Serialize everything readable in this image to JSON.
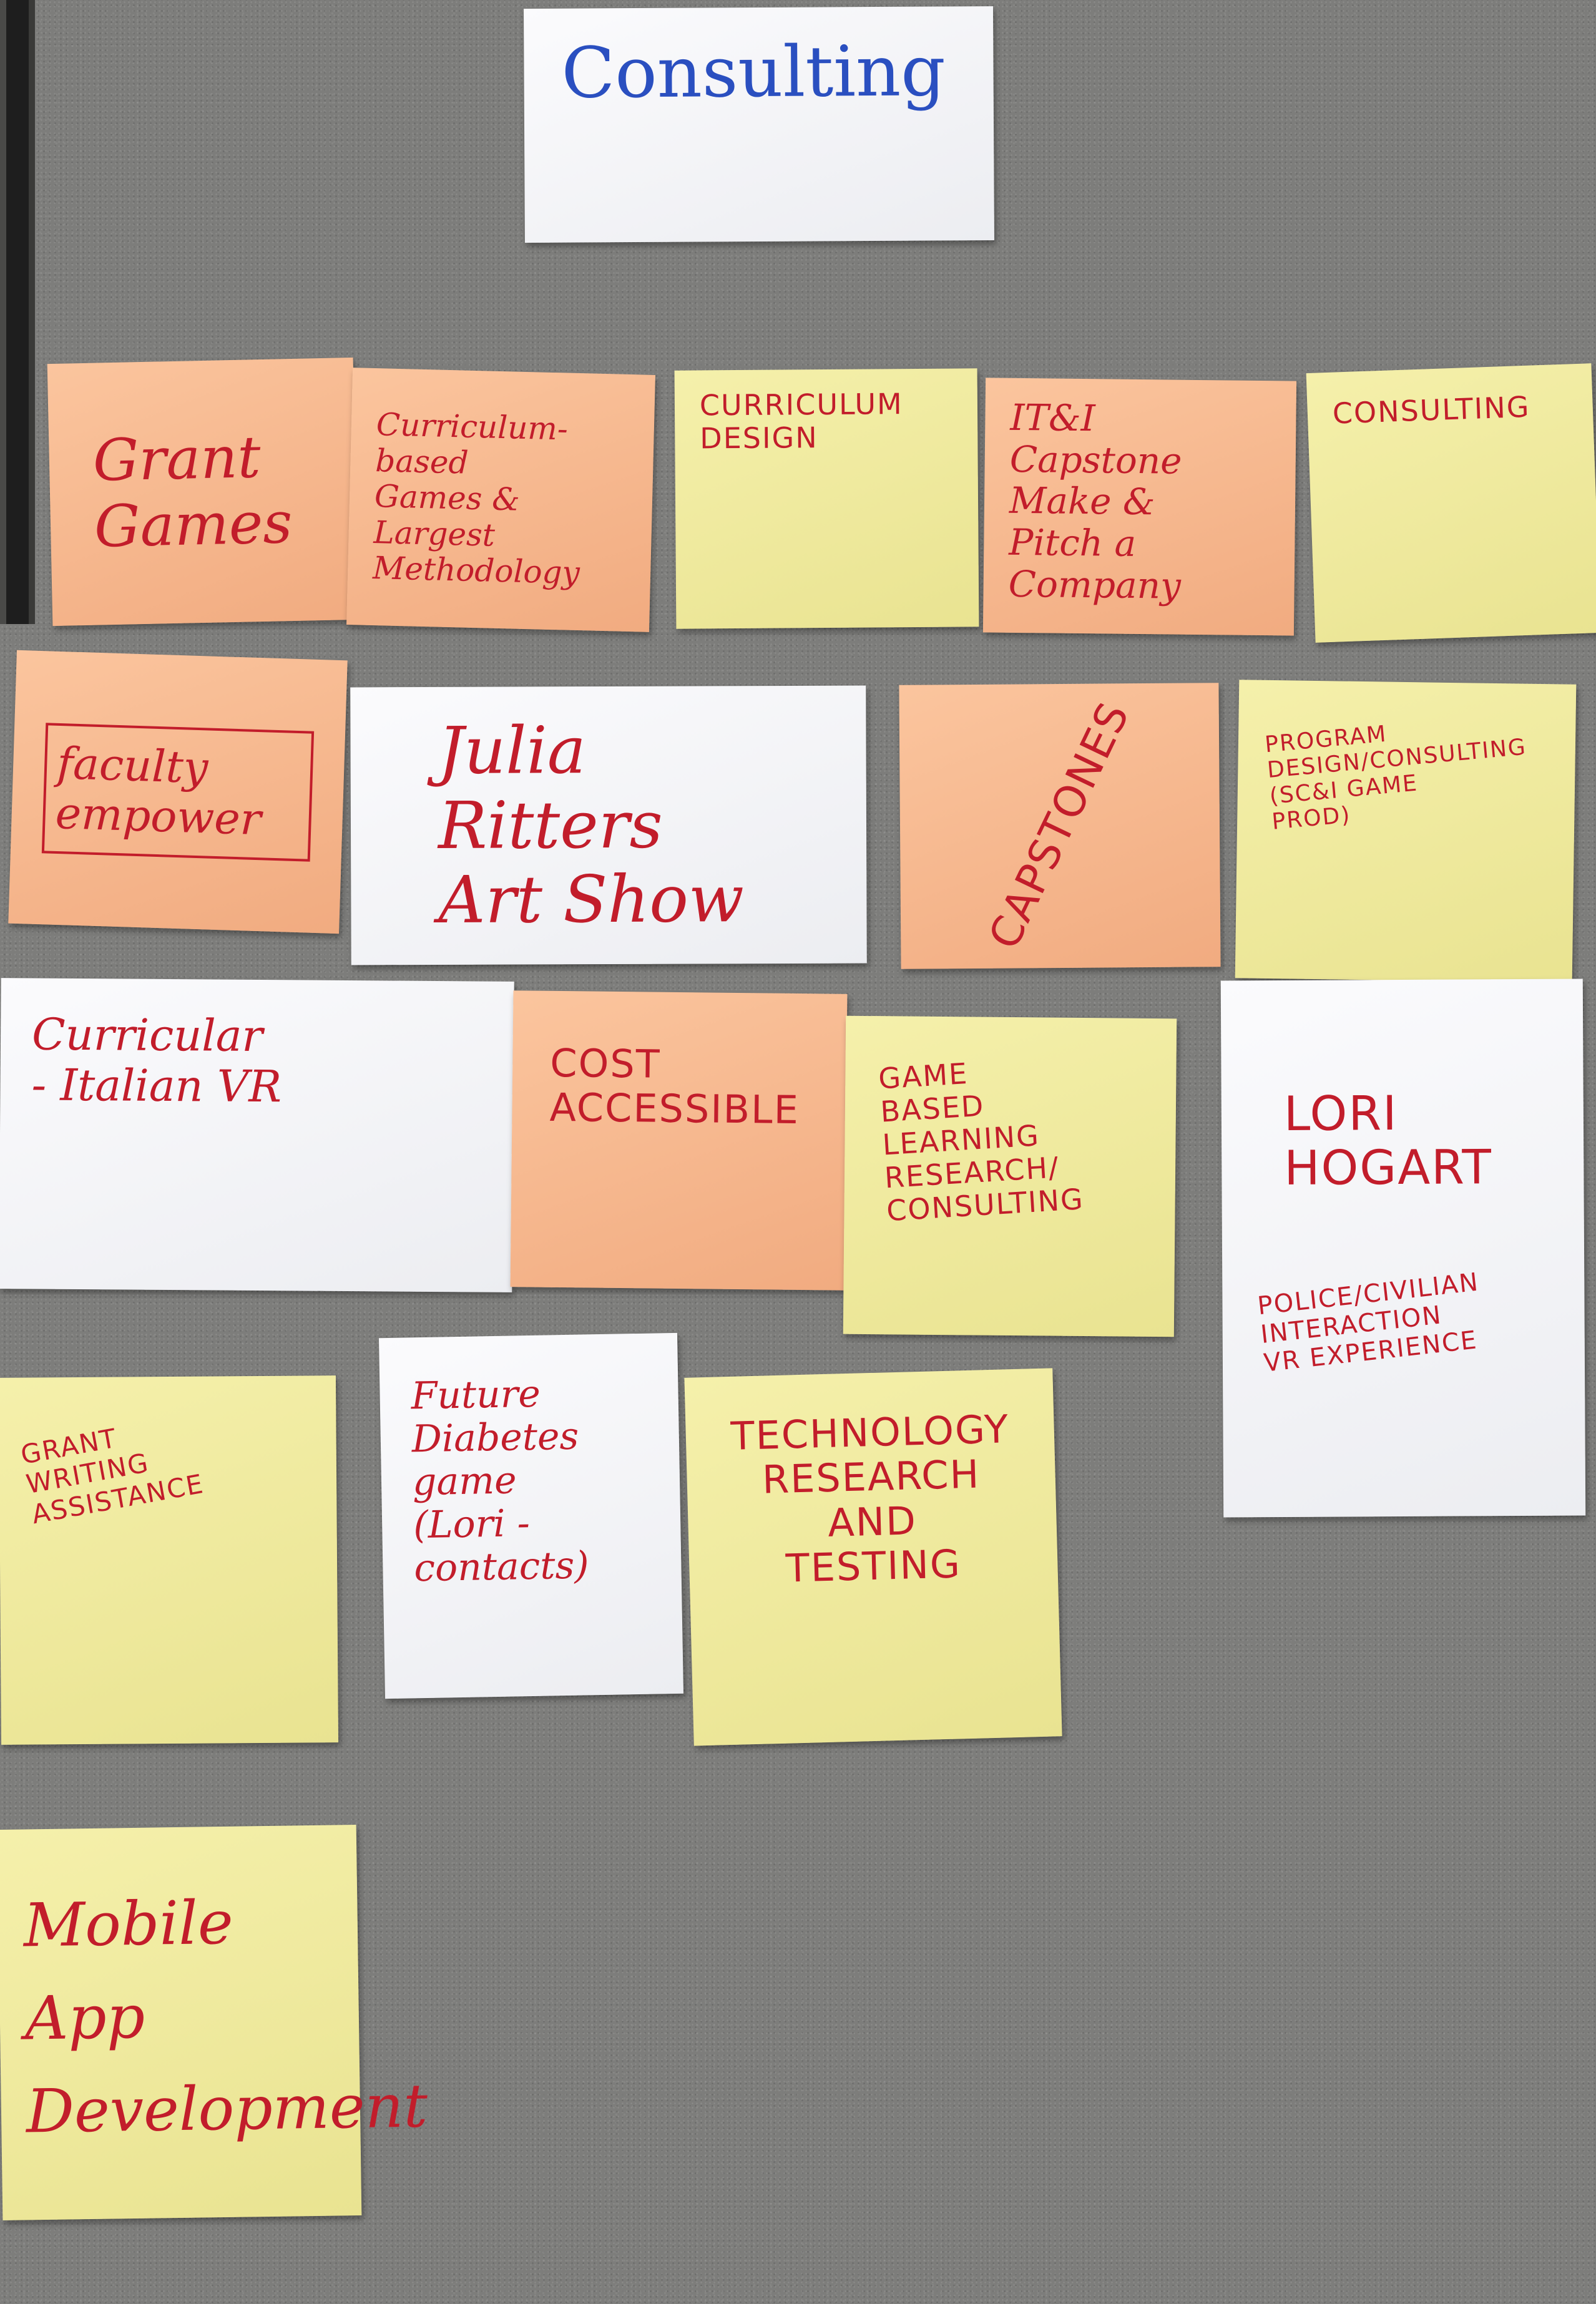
{
  "board": {
    "colors": {
      "orange": "#f6b78c",
      "yellow": "#f1eca1",
      "white": "#f7f7f9",
      "ink_red": "#c21d2b",
      "ink_blue": "#2a4fc0"
    },
    "header_card": {
      "text": "Consulting"
    },
    "notes": {
      "grant_games": "Grant\nGames",
      "curriculum_games": "Curriculum-based\nGames &\nLargest\nMethodology",
      "curriculum_design": "CURRICULUM\nDESIGN",
      "iti_capstone": "IT&I Capstone\nMake &\nPitch a\nCompany",
      "consulting": "CONSULTING",
      "faculty_empower": "faculty\nempower",
      "julia_ritters": "Julia\nRitters\nArt Show",
      "capstones": "CAPSTONES",
      "program_design": "PROGRAM\nDESIGN/CONSULTING\n(SC&I GAME\nPROD)",
      "curricular_vr": "Curricular\n- Italian VR",
      "cost_accessible": "COST\nACCESSIBLE",
      "game_based": "GAME\nBASED\nLEARNING\nRESEARCH/\nCONSULTING",
      "lori_hogart": "LORI\nHOGART",
      "police_civilian": "POLICE/CIVILIAN\nINTERACTION\nVR EXPERIENCE",
      "grant_writing": "GRANT\nWRITING\nASSISTANCE",
      "future_diabetes": "Future\nDiabetes\ngame\n(Lori - contacts)",
      "technology_research": "TECHNOLOGY\nRESEARCH\nAND\nTESTING",
      "mobile_app": "Mobile App\nDevelopment"
    }
  }
}
